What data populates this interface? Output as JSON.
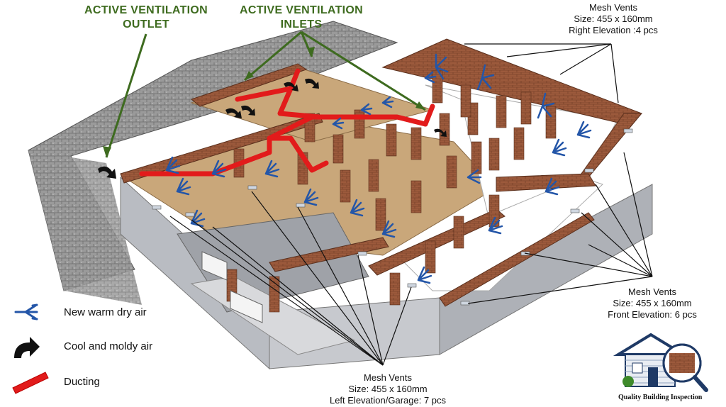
{
  "callouts": {
    "outlet": {
      "line1": "ACTIVE VENTILATION",
      "line2": "OUTLET"
    },
    "inlets": {
      "line1": "ACTIVE VENTILATION",
      "line2": "INLETS"
    }
  },
  "mesh_vents": {
    "right": {
      "title": "Mesh Vents",
      "size": "Size: 455 x 160mm",
      "detail": "Right Elevation :4 pcs"
    },
    "front": {
      "title": "Mesh Vents",
      "size": "Size: 455 x 160mm",
      "detail": "Front Elevation: 6 pcs"
    },
    "left": {
      "title": "Mesh Vents",
      "size": "Size: 455 x 160mm",
      "detail": "Left Elevation/Garage: 7 pcs"
    }
  },
  "legend": {
    "items": [
      {
        "icon": "blue-air-arrows-icon",
        "label": "New warm dry air"
      },
      {
        "icon": "black-curved-arrow-icon",
        "label": "Cool and moldy air"
      },
      {
        "icon": "red-duct-icon",
        "label": "Ducting"
      }
    ]
  },
  "logo": {
    "text": "Quality Building Inspection"
  },
  "colors": {
    "callout_green": "#3e6b1f",
    "brick": "#9c5a3c",
    "duct_red": "#e21b1b",
    "air_blue": "#2456a8",
    "floor_tan": "#c9a77a",
    "wall_grey": "#b9bcc2",
    "roof_grey": "#8e8e8e"
  }
}
